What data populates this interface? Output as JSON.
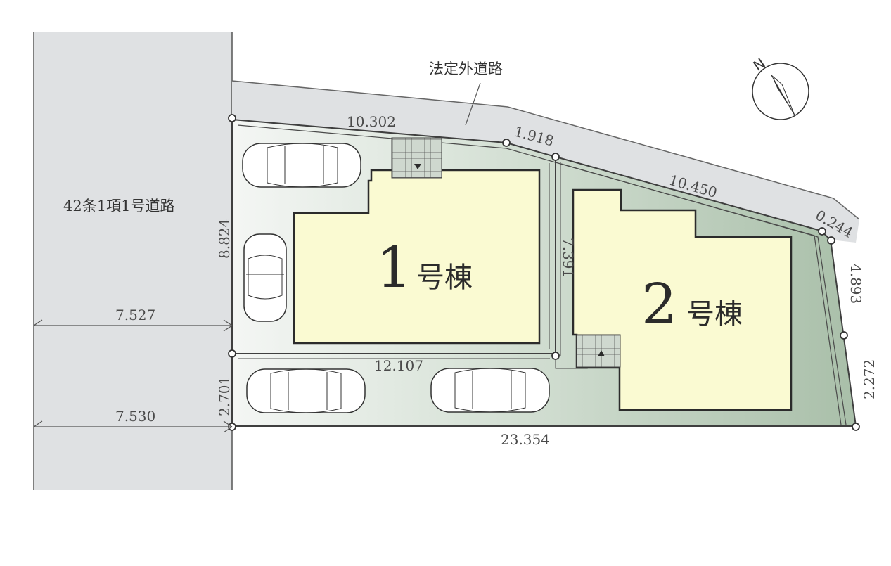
{
  "roads": {
    "statutory_road": "42条1項1号道路",
    "non_statutory_road": "法定外道路"
  },
  "buildings": [
    {
      "number": "1",
      "suffix": "号棟"
    },
    {
      "number": "2",
      "suffix": "号棟"
    }
  ],
  "dimensions": {
    "top_left": "10.302",
    "top_mid": "1.918",
    "top_right": "10.450",
    "corner": "0.244",
    "right_upper": "4.893",
    "right_lower": "2.272",
    "bottom": "23.354",
    "left_upper": "8.824",
    "left_lower": "2.701",
    "divider_horizontal": "12.107",
    "divider_vertical": "7.391",
    "road_width_upper": "7.527",
    "road_width_lower": "7.530"
  },
  "compass": {
    "label": "N"
  },
  "colors": {
    "road": "#dfe1e3",
    "lot": "#b9cbb9",
    "building": "#fafad2",
    "boundary": "#3f3f3f"
  }
}
